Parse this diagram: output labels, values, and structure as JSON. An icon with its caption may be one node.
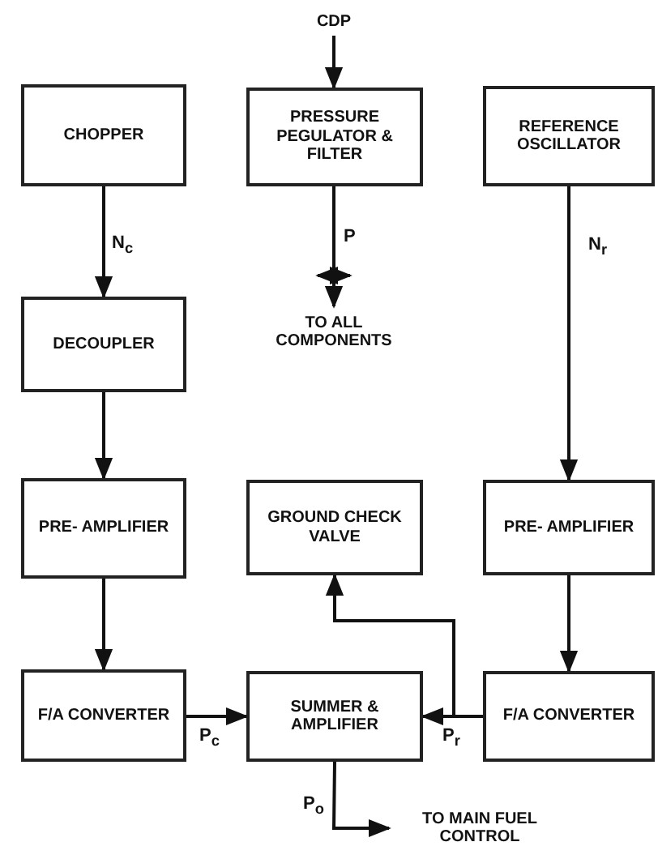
{
  "diagram": {
    "nodes": [
      {
        "text": [
          "CDP"
        ]
      },
      {
        "text": [
          "CHOPPER"
        ]
      },
      {
        "text": [
          "PRESSURE PEGULATOR & FILTER"
        ]
      },
      {
        "text": [
          "REFERENCE OSCILLATOR"
        ]
      },
      {
        "text": [
          "DECOUPLER"
        ]
      },
      {
        "text": [
          "TO ALL COMPONENTS"
        ]
      },
      {
        "text": [
          "PRE- AMPLIFIER"
        ]
      },
      {
        "text": [
          "GROUND CHECK VALVE"
        ]
      },
      {
        "text": [
          "PRE- AMPLIFIER"
        ]
      },
      {
        "text": [
          "F/A CONVERTER"
        ]
      },
      {
        "text": [
          "SUMMER & AMPLIFIER"
        ]
      },
      {
        "text": [
          "F/A CONVERTER"
        ]
      },
      {
        "text": [
          "TO MAIN FUEL CONTROL"
        ]
      }
    ],
    "edges": [
      {
        "from": 0,
        "to": 2,
        "arrow": "to"
      },
      {
        "from": 2,
        "to": 5,
        "label": "P",
        "arrow": "to"
      },
      {
        "from": 1,
        "to": 4,
        "label": "N$_{c}$",
        "arrow": "to"
      },
      {
        "from": 4,
        "to": 6,
        "arrow": "to"
      },
      {
        "from": 6,
        "to": 9,
        "arrow": "to"
      },
      {
        "from": 3,
        "to": 8,
        "label": "N$_{r}$",
        "arrow": "to"
      },
      {
        "from": 8,
        "to": 11,
        "arrow": "to"
      },
      {
        "from": 9,
        "to": 10,
        "label": "P$_{c}$",
        "arrow": "to"
      },
      {
        "from": 11,
        "to": 10,
        "label": "P$_{r}$",
        "arrow": "to"
      },
      {
        "from": 11,
        "to": 7,
        "arrow": "to"
      },
      {
        "from": 10,
        "to": 12,
        "label": "P$_{o}$",
        "arrow": "to"
      }
    ]
  }
}
